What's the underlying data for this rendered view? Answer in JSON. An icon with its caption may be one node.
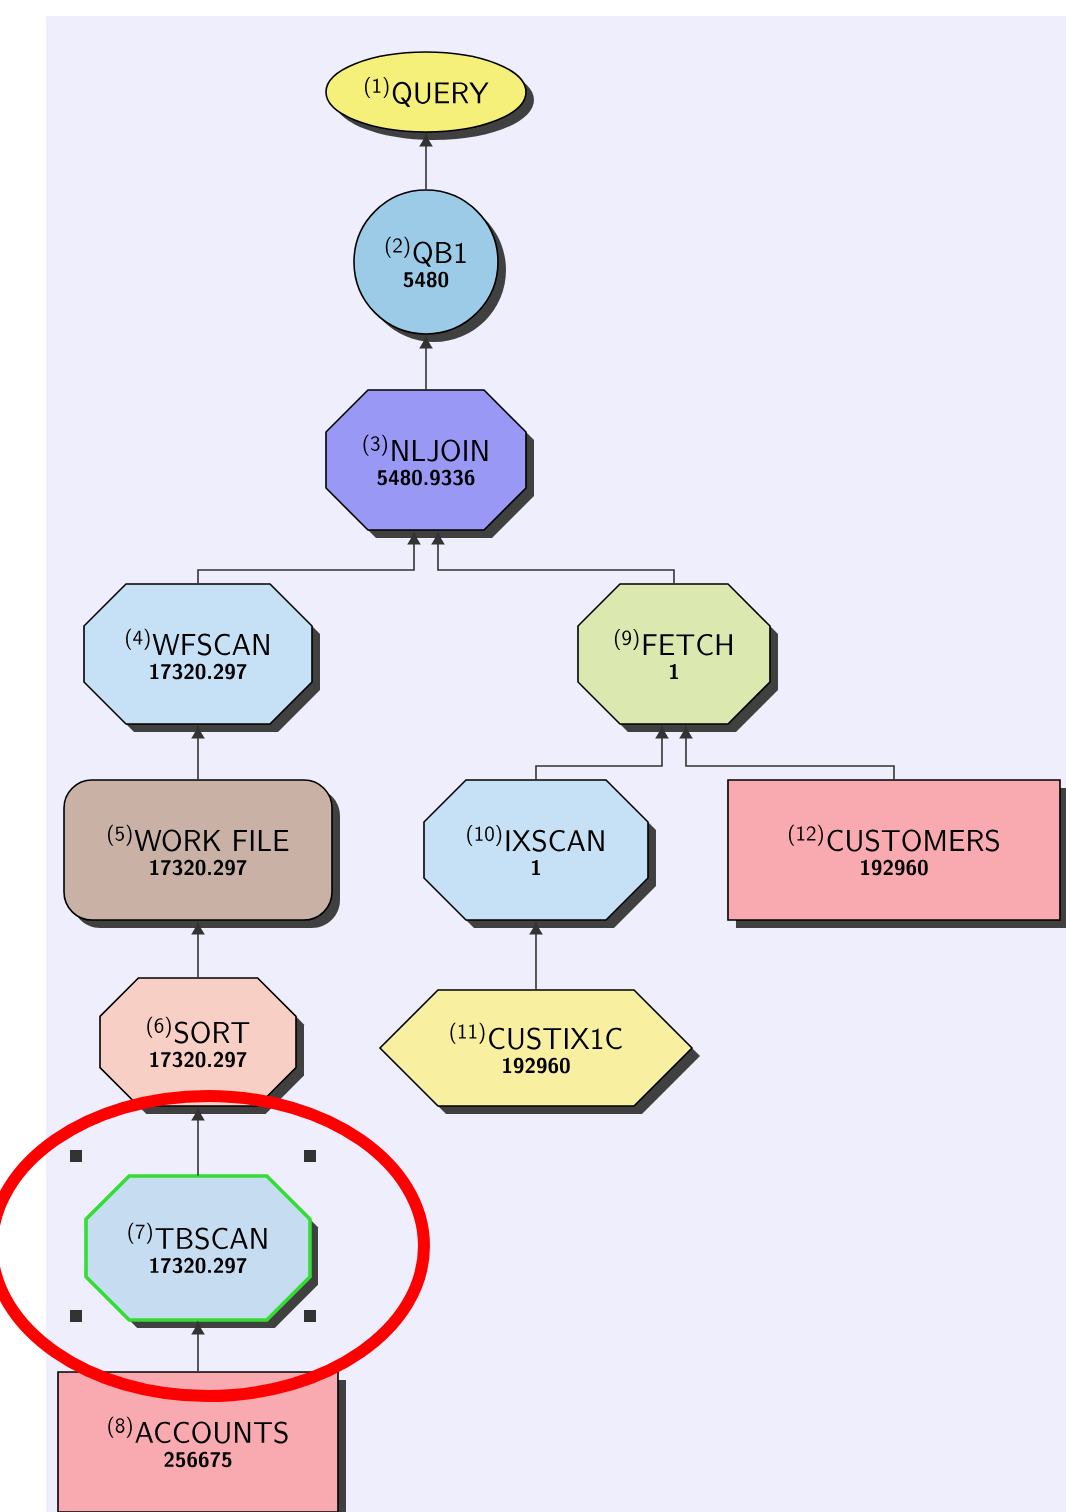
{
  "diagram": {
    "nodes": [
      {
        "text": [
          "$^{(1)}$QUERY"
        ]
      },
      {
        "text": [
          "$^{(2)}$QB1",
          "5480"
        ]
      },
      {
        "text": [
          "$^{(3)}$NLJOIN",
          "5480.9336"
        ]
      },
      {
        "text": [
          "$^{(4)}$WFSCAN",
          "17320.297"
        ]
      },
      {
        "text": [
          "$^{(5)}$WORK FILE",
          "17320.297"
        ]
      },
      {
        "text": [
          "$^{(6)}$SORT",
          "17320.297"
        ]
      },
      {
        "text": [
          "$^{(7)}$TBSCAN",
          "17320.297"
        ]
      },
      {
        "text": [
          "$^{(8)}$ACCOUNTS",
          "256675"
        ]
      },
      {
        "text": [
          "$^{(9)}$FETCH",
          "1"
        ]
      },
      {
        "text": [
          "$^{(10)}$IXSCAN",
          "1"
        ]
      },
      {
        "text": [
          "$^{(11)}$CUSTIX1C",
          "192960"
        ]
      },
      {
        "text": [
          "$^{(12)}$CUSTOMERS",
          "192960"
        ]
      }
    ],
    "edges": [
      {
        "from": 1,
        "to": 0,
        "arrow": "to"
      },
      {
        "from": 2,
        "to": 1,
        "arrow": "to"
      },
      {
        "from": 3,
        "to": 2,
        "arrow": "to"
      },
      {
        "from": 8,
        "to": 2,
        "arrow": "to"
      },
      {
        "from": 4,
        "to": 3,
        "arrow": "to"
      },
      {
        "from": 5,
        "to": 4,
        "arrow": "to"
      },
      {
        "from": 6,
        "to": 5,
        "arrow": "to"
      },
      {
        "from": 7,
        "to": 6,
        "arrow": "to"
      },
      {
        "from": 9,
        "to": 8,
        "arrow": "to"
      },
      {
        "from": 11,
        "to": 8,
        "arrow": "to"
      },
      {
        "from": 10,
        "to": 9,
        "arrow": "to"
      }
    ]
  }
}
